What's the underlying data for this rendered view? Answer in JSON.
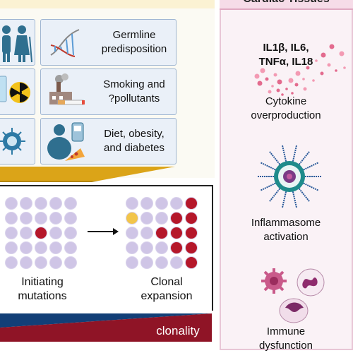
{
  "header": {
    "right_title": "Cardiac Tissues"
  },
  "risk_factors": [
    {
      "label": "Germline predisposition",
      "line1": "Germline",
      "line2": "predisposition"
    },
    {
      "label": "Smoking and ?pollutants",
      "line1": "Smoking and",
      "line2": "?pollutants"
    },
    {
      "label": "Diet, obesity, and diabetes",
      "line1": "Diet, obesity,",
      "line2": "and diabetes"
    }
  ],
  "stages": {
    "initiating": {
      "line1": "Initiating",
      "line2": "mutations"
    },
    "clonal": {
      "line1": "Clonal",
      "line2": "expansion"
    },
    "clonality": "clonality"
  },
  "cardiac": {
    "cytokines_line1": "IL1β, IL6,",
    "cytokines_line2": "TNFα, IL18",
    "cytokine_caption_line1": "Cytokine",
    "cytokine_caption_line2": "overproduction",
    "inflammasome_line1": "Inflammasome",
    "inflammasome_line2": "activation",
    "immune_line1": "Immune",
    "immune_line2": "dysfunction"
  },
  "colors": {
    "mutant_red": "#b5172a",
    "normal_cell": "#cfc5e6",
    "initial_yellow": "#f2c54a",
    "arrow_gold": "#dba418",
    "clonality_red": "#8f1426",
    "clonality_blue": "#123f77"
  }
}
